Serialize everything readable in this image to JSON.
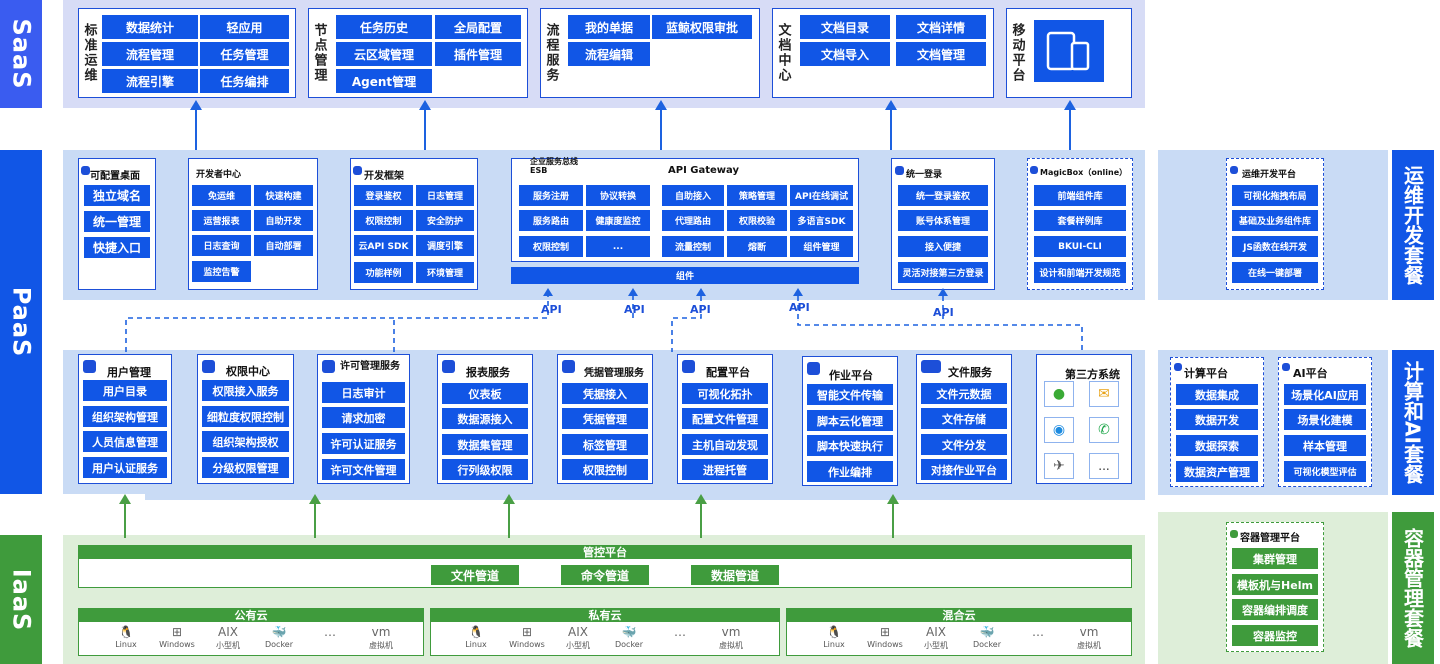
{
  "colors": {
    "blue": "#1156e6",
    "green": "#3f9b3c",
    "saas_bg": "#d7dcf6",
    "paas_bg": "#c9dbf5",
    "iaas_bg": "#deeed9"
  },
  "bands": {
    "saas": "SaaS",
    "paas": "PaaS",
    "iaas": "IaaS",
    "devops": "运维开发套餐",
    "compute": "计算和AI套餐",
    "container": "容器管理套餐"
  },
  "saas": {
    "ops": {
      "title": "标准运维",
      "items": [
        "数据统计",
        "轻应用",
        "流程管理",
        "任务管理",
        "流程引擎",
        "任务编排"
      ]
    },
    "node": {
      "title": "节点管理",
      "items": [
        "任务历史",
        "全局配置",
        "云区域管理",
        "插件管理",
        "Agent管理"
      ]
    },
    "flow": {
      "title": "流程服务",
      "items": [
        "我的单据",
        "蓝鲸权限审批",
        "流程编辑"
      ]
    },
    "doc": {
      "title": "文档中心",
      "items": [
        "文档目录",
        "文档详情",
        "文档导入",
        "文档管理"
      ]
    },
    "mobile": {
      "title": "移动平台",
      "icon": "tablet-phone-icon"
    }
  },
  "paas_top": {
    "desktop": {
      "title": "可配置桌面",
      "items": [
        "独立域名",
        "统一管理",
        "快捷入口"
      ]
    },
    "dev": {
      "title": "开发者中心",
      "items": [
        "免运维",
        "快速构建",
        "运营报表",
        "自助开发",
        "日志查询",
        "自动部署",
        "监控告警"
      ]
    },
    "framework": {
      "title": "开发框架",
      "items": [
        "登录鉴权",
        "日志管理",
        "权限控制",
        "安全防护",
        "云API SDK",
        "调度引擎",
        "功能样例",
        "环境管理"
      ]
    },
    "esb": {
      "title": "企业服务总线\nESB",
      "items": [
        "服务注册",
        "协议转换",
        "服务路由",
        "健康度监控",
        "权限控制",
        "..."
      ]
    },
    "gateway": {
      "title": "API Gateway",
      "items": [
        "自助接入",
        "策略管理",
        "API在线调试",
        "代理路由",
        "权限校验",
        "多语言SDK",
        "流量控制",
        "熔断",
        "组件管理"
      ]
    },
    "component": "组件",
    "sso": {
      "title": "统一登录",
      "items": [
        "统一登录鉴权",
        "账号体系管理",
        "接入便捷",
        "灵活对接第三方登录"
      ]
    },
    "magicbox": {
      "title": "MagicBox（online）",
      "items": [
        "前端组件库",
        "套餐样例库",
        "BKUI-CLI",
        "设计和前端开发规范"
      ]
    },
    "devplat": {
      "title": "运维开发平台",
      "items": [
        "可视化拖拽布局",
        "基础及业务组件库",
        "JS函数在线开发",
        "在线一键部署"
      ]
    }
  },
  "api_labels": [
    "API",
    "API",
    "API",
    "API",
    "API"
  ],
  "paas_mid": {
    "user": {
      "title": "用户管理",
      "items": [
        "用户目录",
        "组织架构管理",
        "人员信息管理",
        "用户认证服务"
      ]
    },
    "perm": {
      "title": "权限中心",
      "items": [
        "权限接入服务",
        "细粒度权限控制",
        "组织架构授权",
        "分级权限管理"
      ]
    },
    "license": {
      "title": "许可管理服务",
      "items": [
        "日志审计",
        "请求加密",
        "许可认证服务",
        "许可文件管理"
      ]
    },
    "report": {
      "title": "报表服务",
      "items": [
        "仪表板",
        "数据源接入",
        "数据集管理",
        "行列级权限"
      ]
    },
    "cred": {
      "title": "凭据管理服务",
      "items": [
        "凭据接入",
        "凭据管理",
        "标签管理",
        "权限控制"
      ]
    },
    "config": {
      "title": "配置平台",
      "items": [
        "可视化拓扑",
        "配置文件管理",
        "主机自动发现",
        "进程托管"
      ]
    },
    "job": {
      "title": "作业平台",
      "items": [
        "智能文件传输",
        "脚本云化管理",
        "脚本快速执行",
        "作业编排"
      ]
    },
    "file": {
      "title": "文件服务",
      "items": [
        "文件元数据",
        "文件存储",
        "文件分发",
        "对接作业平台"
      ]
    },
    "third": {
      "title": "第三方系统",
      "tiles": [
        "wechat-icon",
        "mail-icon",
        "chat-icon",
        "phone-icon",
        "bird-icon",
        "more-icon"
      ],
      "more": "..."
    },
    "compute": {
      "title": "计算平台",
      "items": [
        "数据集成",
        "数据开发",
        "数据探索",
        "数据资产管理"
      ]
    },
    "ai": {
      "title": "AI平台",
      "items": [
        "场景化AI应用",
        "场景化建模",
        "样本管理",
        "可视化模型评估"
      ]
    }
  },
  "iaas": {
    "control": {
      "title": "管控平台",
      "items": [
        "文件管道",
        "命令管道",
        "数据管道"
      ]
    },
    "clouds": [
      {
        "title": "公有云"
      },
      {
        "title": "私有云"
      },
      {
        "title": "混合云"
      }
    ],
    "os": [
      {
        "glyph": "🐧",
        "label": "Linux"
      },
      {
        "glyph": "⊞",
        "label": "Windows"
      },
      {
        "glyph": "AIX",
        "label": "小型机"
      },
      {
        "glyph": "🐳",
        "label": "Docker"
      },
      {
        "glyph": "…",
        "label": ""
      },
      {
        "glyph": "vm",
        "label": "虚拟机"
      }
    ],
    "container": {
      "title": "容器管理平台",
      "items": [
        "集群管理",
        "模板机与Helm",
        "容器编排调度",
        "容器监控"
      ]
    }
  }
}
